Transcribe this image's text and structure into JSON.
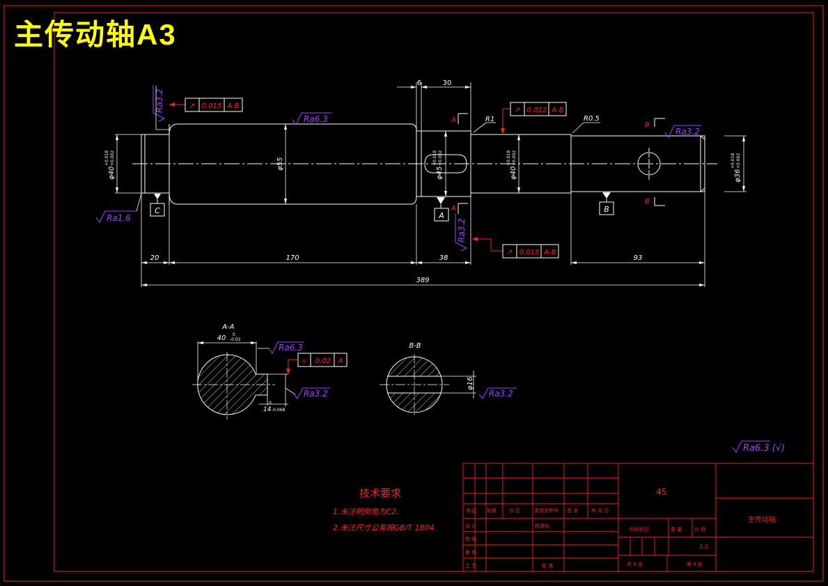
{
  "title": "主传动轴A3",
  "dims": {
    "d6": "6",
    "d30": "30",
    "d20": "20",
    "d170": "170",
    "d38": "38",
    "d93": "93",
    "d389": "389",
    "dia40_left": "φ40",
    "tol_left_up": "+0.018",
    "tol_left_lo": "+0.002",
    "dia55": "φ55",
    "dia45": "φ45",
    "tol45_up": "+0.018",
    "tol45_lo": "+0.002",
    "dia40_right": "φ40",
    "tol40r_up": "+0.018",
    "tol40r_lo": "+0.002",
    "dia36": "φ36",
    "tol36_up": "+0.018",
    "tol36_lo": "+0.002",
    "r1": "R1",
    "r05": "R0.5"
  },
  "roughness": {
    "ra32_left": "Ra3.2",
    "ra63_top": "Ra6.3",
    "ra16": "Ra1.6",
    "ra32_mid": "Ra3.2",
    "ra32_right": "Ra3.2",
    "ra63_aa": "Ra6.3",
    "ra32_aa": "Ra3.2",
    "ra32_bb": "Ra3.2",
    "general": "Ra6.3 (√)"
  },
  "tolerance_frames": {
    "f1_sym": "↗",
    "f1_val": "0.015",
    "f1_ref": "A-B",
    "f2_sym": "↗",
    "f2_val": "0.012",
    "f2_ref": "A-B",
    "f3_sym": "↗",
    "f3_val": "0.015",
    "f3_ref": "A-B",
    "f4_sym": "⌯",
    "f4_val": "0.02",
    "f4_ref": "A"
  },
  "datums": {
    "c": "C",
    "a": "A",
    "b": "B"
  },
  "section_marks": {
    "a": "A",
    "b": "B"
  },
  "sections": {
    "aa_label": "A-A",
    "aa_width": "40",
    "aa_tol": "0\n-0.02",
    "aa_key": "14",
    "aa_key_tol": "0\n-0.068",
    "bb_label": "B-B",
    "bb_dia": "φ16"
  },
  "tech": {
    "heading": "技术要求",
    "line1": "1.未注明倒角为C2.",
    "line2": "2.未注尺寸公差按GB/T 1804."
  },
  "titleblock": {
    "material": "45",
    "part_name": "主传动轴",
    "h_biaoji": "标记",
    "h_chushu": "处数",
    "h_fenqu": "分 区",
    "h_gengai": "更改文件号",
    "h_qianming": "签 名",
    "h_date": "年.月.日",
    "r_sheji": "设 计",
    "r_biaozhun": "标准化",
    "r_jiaohe": "校 核",
    "r_shenhe": "审 核",
    "r_gongyi": "工 艺",
    "pizhun": "批 准",
    "jieduan": "阶段标记",
    "zhongliang": "重 量",
    "bili": "比 例",
    "scale": "1:1",
    "gong": "共 9 张",
    "di": "第 9 张"
  },
  "colors": {
    "line": "#ffffff",
    "red": "#ff2020",
    "purple": "#a040ff",
    "title": "#ffff00"
  }
}
